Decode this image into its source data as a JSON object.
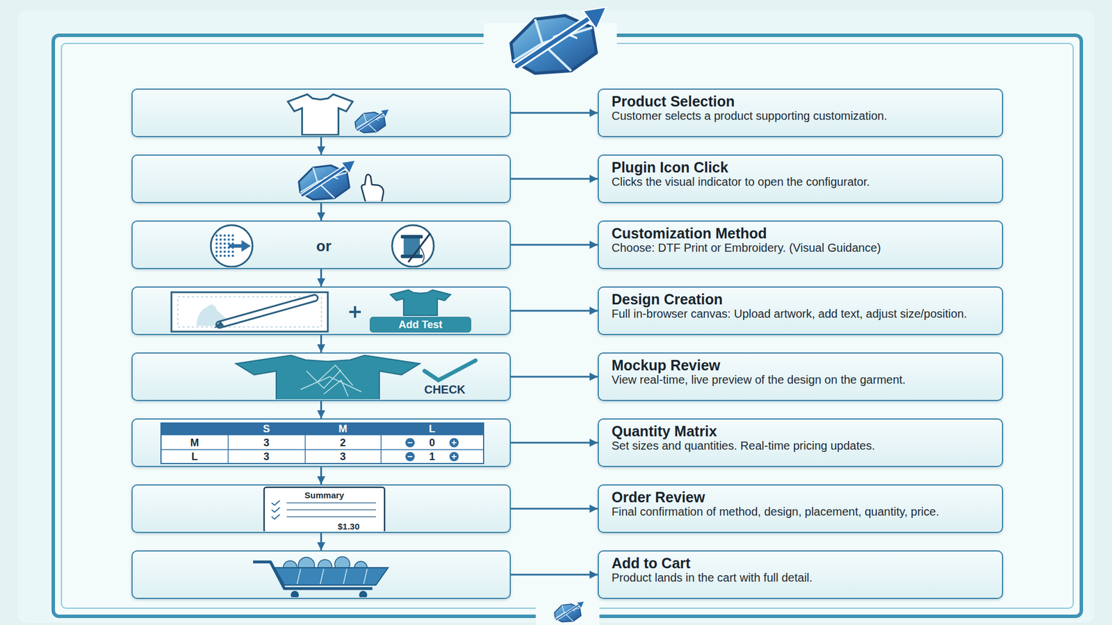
{
  "diagram": {
    "nodes": [
      {
        "text": []
      },
      {
        "text": [
          "Product Selection",
          "Customer selects a product supporting customization."
        ]
      },
      {
        "text": []
      },
      {
        "text": [
          "Plugin Icon Click",
          "Clicks the visual indicator to open the configurator."
        ]
      },
      {
        "text": [
          "or"
        ]
      },
      {
        "text": [
          "Customization Method",
          "Choose: DTF Print or Embroidery. (Visual Guidance)"
        ]
      },
      {
        "text": [
          "Add Test"
        ]
      },
      {
        "text": [
          "Design Creation",
          "Full in-browser canvas: Upload artwork, add text, adjust size/position."
        ]
      },
      {
        "text": [
          "CHECK"
        ]
      },
      {
        "text": [
          "Mockup Review",
          "View real-time, live preview of the design on the garment."
        ]
      },
      {
        "text": [
          "S",
          "M",
          "L",
          "M",
          "3",
          "2",
          "0",
          "L",
          "3",
          "3",
          "1"
        ]
      },
      {
        "text": [
          "Quantity Matrix",
          "Set sizes and quantities. Real-time pricing updates."
        ]
      },
      {
        "text": [
          "Summary",
          "$1.30"
        ]
      },
      {
        "text": [
          "Order Review",
          "Final confirmation of method, design, placement, quantity, price."
        ]
      },
      {
        "text": []
      },
      {
        "text": [
          "Add to Cart",
          "Product lands in the cart with full detail."
        ]
      }
    ],
    "edges": [
      {
        "from": 0,
        "to": 1,
        "arrow": "to"
      },
      {
        "from": 0,
        "to": 2,
        "arrow": "to"
      },
      {
        "from": 2,
        "to": 3,
        "arrow": "to"
      },
      {
        "from": 2,
        "to": 4,
        "arrow": "to"
      },
      {
        "from": 4,
        "to": 5,
        "arrow": "to"
      },
      {
        "from": 4,
        "to": 6,
        "arrow": "to"
      },
      {
        "from": 6,
        "to": 7,
        "arrow": "to"
      },
      {
        "from": 6,
        "to": 8,
        "arrow": "to"
      },
      {
        "from": 8,
        "to": 9,
        "arrow": "to"
      },
      {
        "from": 8,
        "to": 10,
        "arrow": "to"
      },
      {
        "from": 10,
        "to": 11,
        "arrow": "to"
      },
      {
        "from": 10,
        "to": 12,
        "arrow": "to"
      },
      {
        "from": 12,
        "to": 13,
        "arrow": "to"
      },
      {
        "from": 12,
        "to": 14,
        "arrow": "to"
      },
      {
        "from": 14,
        "to": 15,
        "arrow": "to"
      }
    ]
  }
}
